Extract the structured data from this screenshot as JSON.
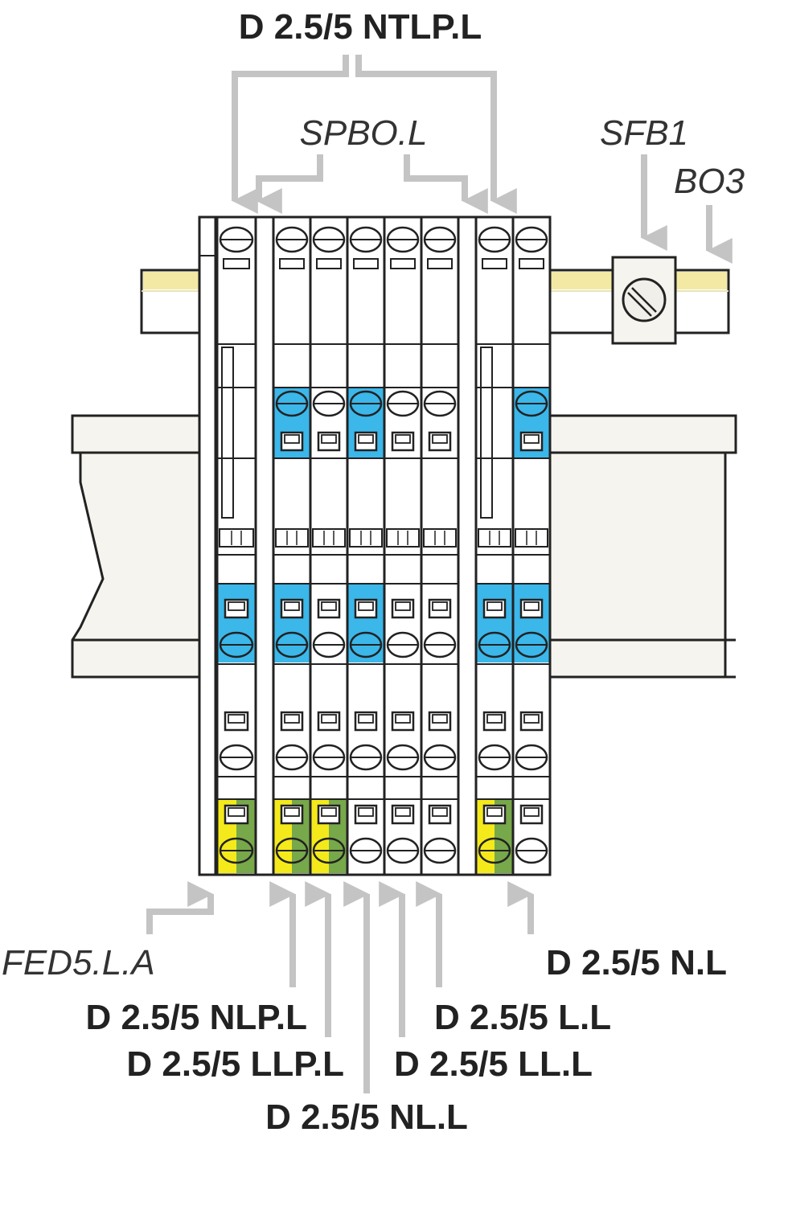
{
  "labels": {
    "top": "D 2.5/5 NTLP.L",
    "spbo": "SPBO.L",
    "sfb1": "SFB1",
    "bo3": "BO3",
    "fed": "FED5.L.A",
    "n": "D 2.5/5 N.L",
    "nlp": "D 2.5/5 NLP.L",
    "ll_plain": "D 2.5/5 L.L",
    "llp": "D 2.5/5 LLP.L",
    "ll": "D 2.5/5 LL.L",
    "nl": "D 2.5/5 NL.L"
  },
  "colors": {
    "arrow": "#c4c4c4",
    "outline": "#222222",
    "blue_band": "#3bb7ea",
    "yellow": "#f4ea1b",
    "green": "#77a84a",
    "bar_yellow": "#f3e9a4",
    "rail_fill": "#f6f4ee"
  },
  "modules": [
    {
      "name": "fed5-end-plate",
      "type": "plate"
    },
    {
      "name": "ntlp-terminal-left",
      "type": "terminal",
      "blue_upper": false,
      "blue_lower": true,
      "pe": true
    },
    {
      "name": "spbo-partition-left",
      "type": "partition"
    },
    {
      "name": "nlp-terminal",
      "type": "terminal",
      "blue_upper": true,
      "blue_lower": true,
      "pe": true
    },
    {
      "name": "llp-terminal",
      "type": "terminal",
      "blue_upper": false,
      "blue_lower": false,
      "pe": true
    },
    {
      "name": "nl-terminal",
      "type": "terminal",
      "blue_upper": true,
      "blue_lower": true,
      "pe": false
    },
    {
      "name": "ll-terminal",
      "type": "terminal",
      "blue_upper": false,
      "blue_lower": false,
      "pe": false
    },
    {
      "name": "l-terminal",
      "type": "terminal",
      "blue_upper": false,
      "blue_lower": false,
      "pe": false
    },
    {
      "name": "spbo-partition-right",
      "type": "partition"
    },
    {
      "name": "ntlp-terminal-right",
      "type": "terminal",
      "blue_upper": false,
      "blue_lower": true,
      "pe": true
    },
    {
      "name": "n-terminal",
      "type": "terminal",
      "blue_upper": true,
      "blue_lower": true,
      "pe": false
    }
  ]
}
